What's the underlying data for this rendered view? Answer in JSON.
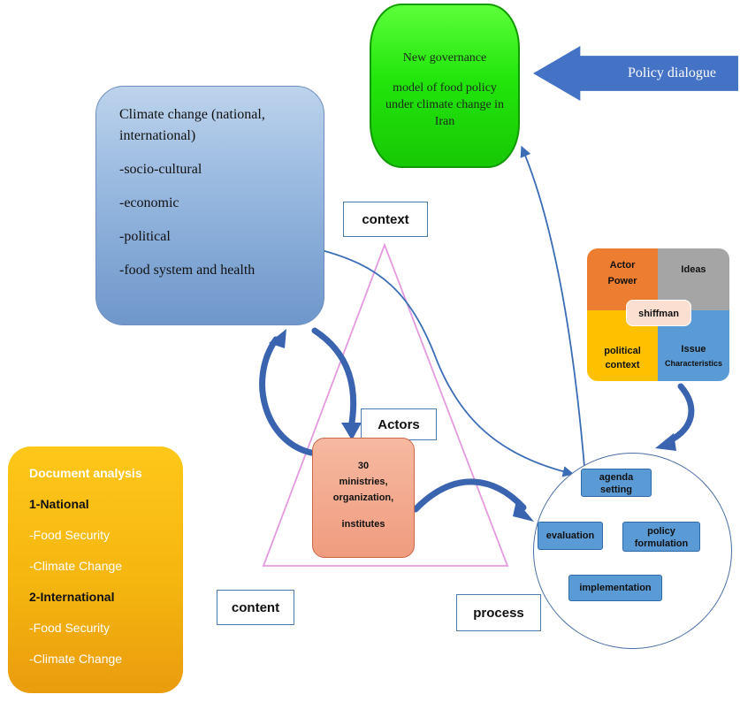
{
  "governance": {
    "line1": "New governance",
    "line2": "model of food policy under climate change in Iran"
  },
  "policy_dialogue": "Policy dialogue",
  "climate_box": {
    "title": "Climate change (national, international)",
    "items": [
      "-socio-cultural",
      "-economic",
      "-political",
      "-food system and health"
    ]
  },
  "labels": {
    "context": "context",
    "actors": "Actors",
    "content": "content",
    "process": "process"
  },
  "shiffman": {
    "center": "shiffman",
    "actor_power_1": "Actor",
    "actor_power_2": "Power",
    "ideas": "Ideas",
    "political_1": "political",
    "political_2": "context",
    "issue_1": "Issue",
    "issue_2": "Characteristics"
  },
  "actors_box": {
    "line1": "30",
    "line2": "ministries,",
    "line3": "organization,",
    "line4": "institutes"
  },
  "document": {
    "title": "Document analysis",
    "national": "1-National",
    "n_item1": "-Food Security",
    "n_item2": "-Climate Change",
    "international": "2-International",
    "i_item1": "-Food Security",
    "i_item2": "-Climate Change"
  },
  "cycle": {
    "agenda_1": "agenda",
    "agenda_2": "setting",
    "formulation_1": "policy",
    "formulation_2": "formulation",
    "implementation": "implementation",
    "evaluation": "evaluation"
  },
  "colors": {
    "governance": "#23e60c",
    "dialogue_arrow": "#4472c4",
    "climate_box": "#92b4dd",
    "triangle": "#e59ae0",
    "connector": "#3a6db5",
    "thick_arrow": "#3b64b0",
    "actor_power": "#ed7d31",
    "ideas": "#a5a5a5",
    "political_context": "#ffc000",
    "issue_characteristics": "#5b9bd5",
    "shiffman_center": "#fbe0d1",
    "actors_box": "#f4a88b",
    "document_box": "#f5b60f",
    "cycle_step": "#5b9bd5"
  }
}
